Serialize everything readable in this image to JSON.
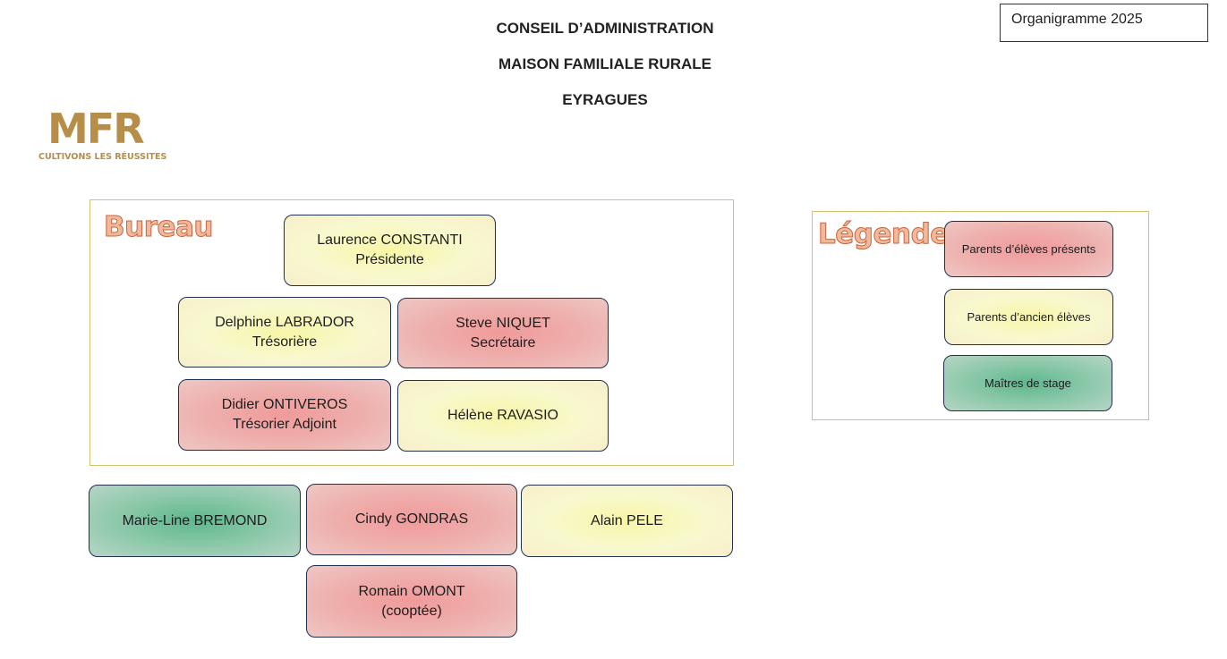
{
  "header": {
    "line1": "CONSEIL D’ADMINISTRATION",
    "line2": "MAISON FAMILIALE RURALE",
    "line3": "EYRAGUES",
    "tag": "Organigramme 2025"
  },
  "logo": {
    "mark": "MFR",
    "tagline": "CULTIVONS LES RÉUSSITES"
  },
  "colors": {
    "red": "#f09a9a",
    "yellow": "#f7f6a6",
    "green": "#5db88e",
    "frame": "#d4c170",
    "heading": "#f3b89a"
  },
  "bureau": {
    "heading": "Bureau",
    "members": [
      {
        "name": "Laurence CONSTANTI",
        "role": "Présidente",
        "category": "yellow"
      },
      {
        "name": "Delphine LABRADOR",
        "role": "Trésorière",
        "category": "yellow"
      },
      {
        "name": "Steve NIQUET",
        "role": "Secrétaire",
        "category": "red"
      },
      {
        "name": "Didier ONTIVEROS",
        "role": "Trésorier Adjoint",
        "category": "red"
      },
      {
        "name": "Hélène RAVASIO",
        "role": "",
        "category": "yellow"
      }
    ]
  },
  "members": [
    {
      "name": "Marie-Line BREMOND",
      "role": "",
      "category": "green"
    },
    {
      "name": "Cindy GONDRAS",
      "role": "",
      "category": "red"
    },
    {
      "name": "Alain PELE",
      "role": "",
      "category": "yellow"
    },
    {
      "name": "Romain OMONT",
      "role": "(cooptée)",
      "category": "red"
    }
  ],
  "legend": {
    "heading": "Légende",
    "items": [
      {
        "label": "Parents d’élèves présents",
        "category": "red"
      },
      {
        "label": "Parents d’ancien élèves",
        "category": "yellow"
      },
      {
        "label": "Maîtres de stage",
        "category": "green"
      }
    ]
  }
}
